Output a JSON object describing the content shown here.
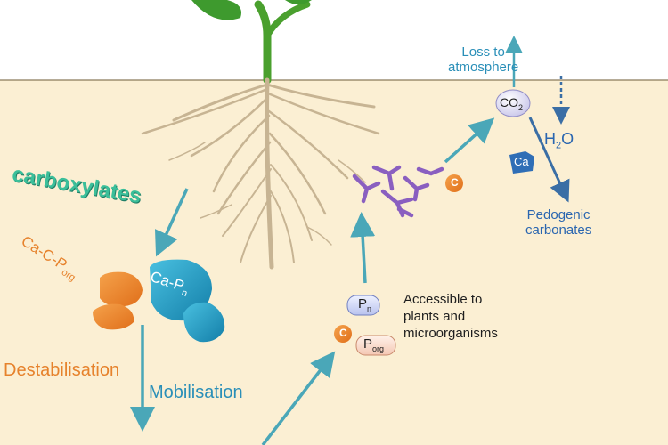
{
  "labels": {
    "loss_to_atmosphere": "Loss to\natmosphere",
    "co2": "CO",
    "co2_sub": "2",
    "h2o_h": "H",
    "h2o_sub": "2",
    "h2o_o": "O",
    "ca_badge": "Ca",
    "pedogenic": "Pedogenic\ncarbonates",
    "carboxylates": "carboxylates",
    "ca_c_porg": "Ca-C-P",
    "ca_c_porg_sub": "org",
    "ca_pn": "Ca-P",
    "ca_pn_sub": "n",
    "destabilisation": "Destabilisation",
    "mobilisation": "Mobilisation",
    "c_badge_top": "C",
    "pn_badge": "P",
    "pn_badge_sub": "n",
    "c_badge_bottom": "C",
    "porg_badge": "P",
    "porg_badge_sub": "org",
    "accessible": "Accessible to\nplants and\nmicroorganisms"
  },
  "colors": {
    "sky": "#ffffff",
    "soil": "#fbefd3",
    "arrow": "#4aa7b8",
    "arrow_dark": "#3a6ea5",
    "orange": "#e6822c",
    "teal_blob": "#1f9fc8",
    "purple": "#8a5fc0",
    "root": "#c7b493",
    "leaf": "#3e9a2e",
    "stem": "#4aa02e"
  }
}
